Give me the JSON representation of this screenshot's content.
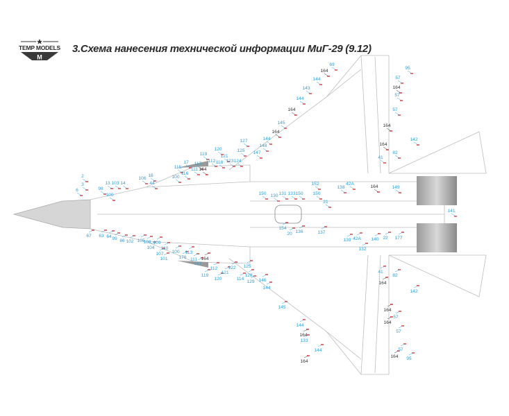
{
  "header": {
    "logo_text": "TEMP MODELS",
    "title": "3.Схема нанесения технической информации МиГ-29 (9.12)"
  },
  "colors": {
    "callout": "#2a9fe0",
    "callout_black": "#333333",
    "decal": "#e8312f",
    "outline": "#bdbdbd"
  },
  "labels": {
    "blue": [
      "2",
      "3",
      "6",
      "98",
      "13",
      "103",
      "14",
      "100",
      "67",
      "63",
      "64",
      "99",
      "86",
      "102",
      "105",
      "108",
      "104",
      "109",
      "107",
      "110",
      "101",
      "100",
      "176",
      "113",
      "111",
      "117",
      "119",
      "120",
      "112",
      "121",
      "122",
      "114",
      "125",
      "128",
      "129",
      "106",
      "44",
      "16",
      "100",
      "115",
      "116",
      "17",
      "117",
      "111",
      "119",
      "120",
      "112",
      "118",
      "121",
      "123",
      "124",
      "127",
      "125",
      "150",
      "130",
      "131",
      "133",
      "150",
      "154",
      "20",
      "136",
      "150",
      "21",
      "137",
      "152",
      "138",
      "42A",
      "139",
      "42A",
      "140",
      "22",
      "177",
      "149",
      "141",
      "132",
      "41",
      "82",
      "142",
      "41",
      "82",
      "142",
      "69",
      "95",
      "57",
      "57",
      "57",
      "144",
      "143",
      "144",
      "145",
      "144",
      "148",
      "147",
      "146",
      "144",
      "145",
      "144",
      "133",
      "144",
      "57",
      "57",
      "57",
      "95"
    ],
    "black": [
      "164",
      "164",
      "164",
      "164",
      "164",
      "164",
      "164",
      "164",
      "164",
      "164",
      "164",
      "164",
      "164",
      "164",
      "164"
    ]
  }
}
